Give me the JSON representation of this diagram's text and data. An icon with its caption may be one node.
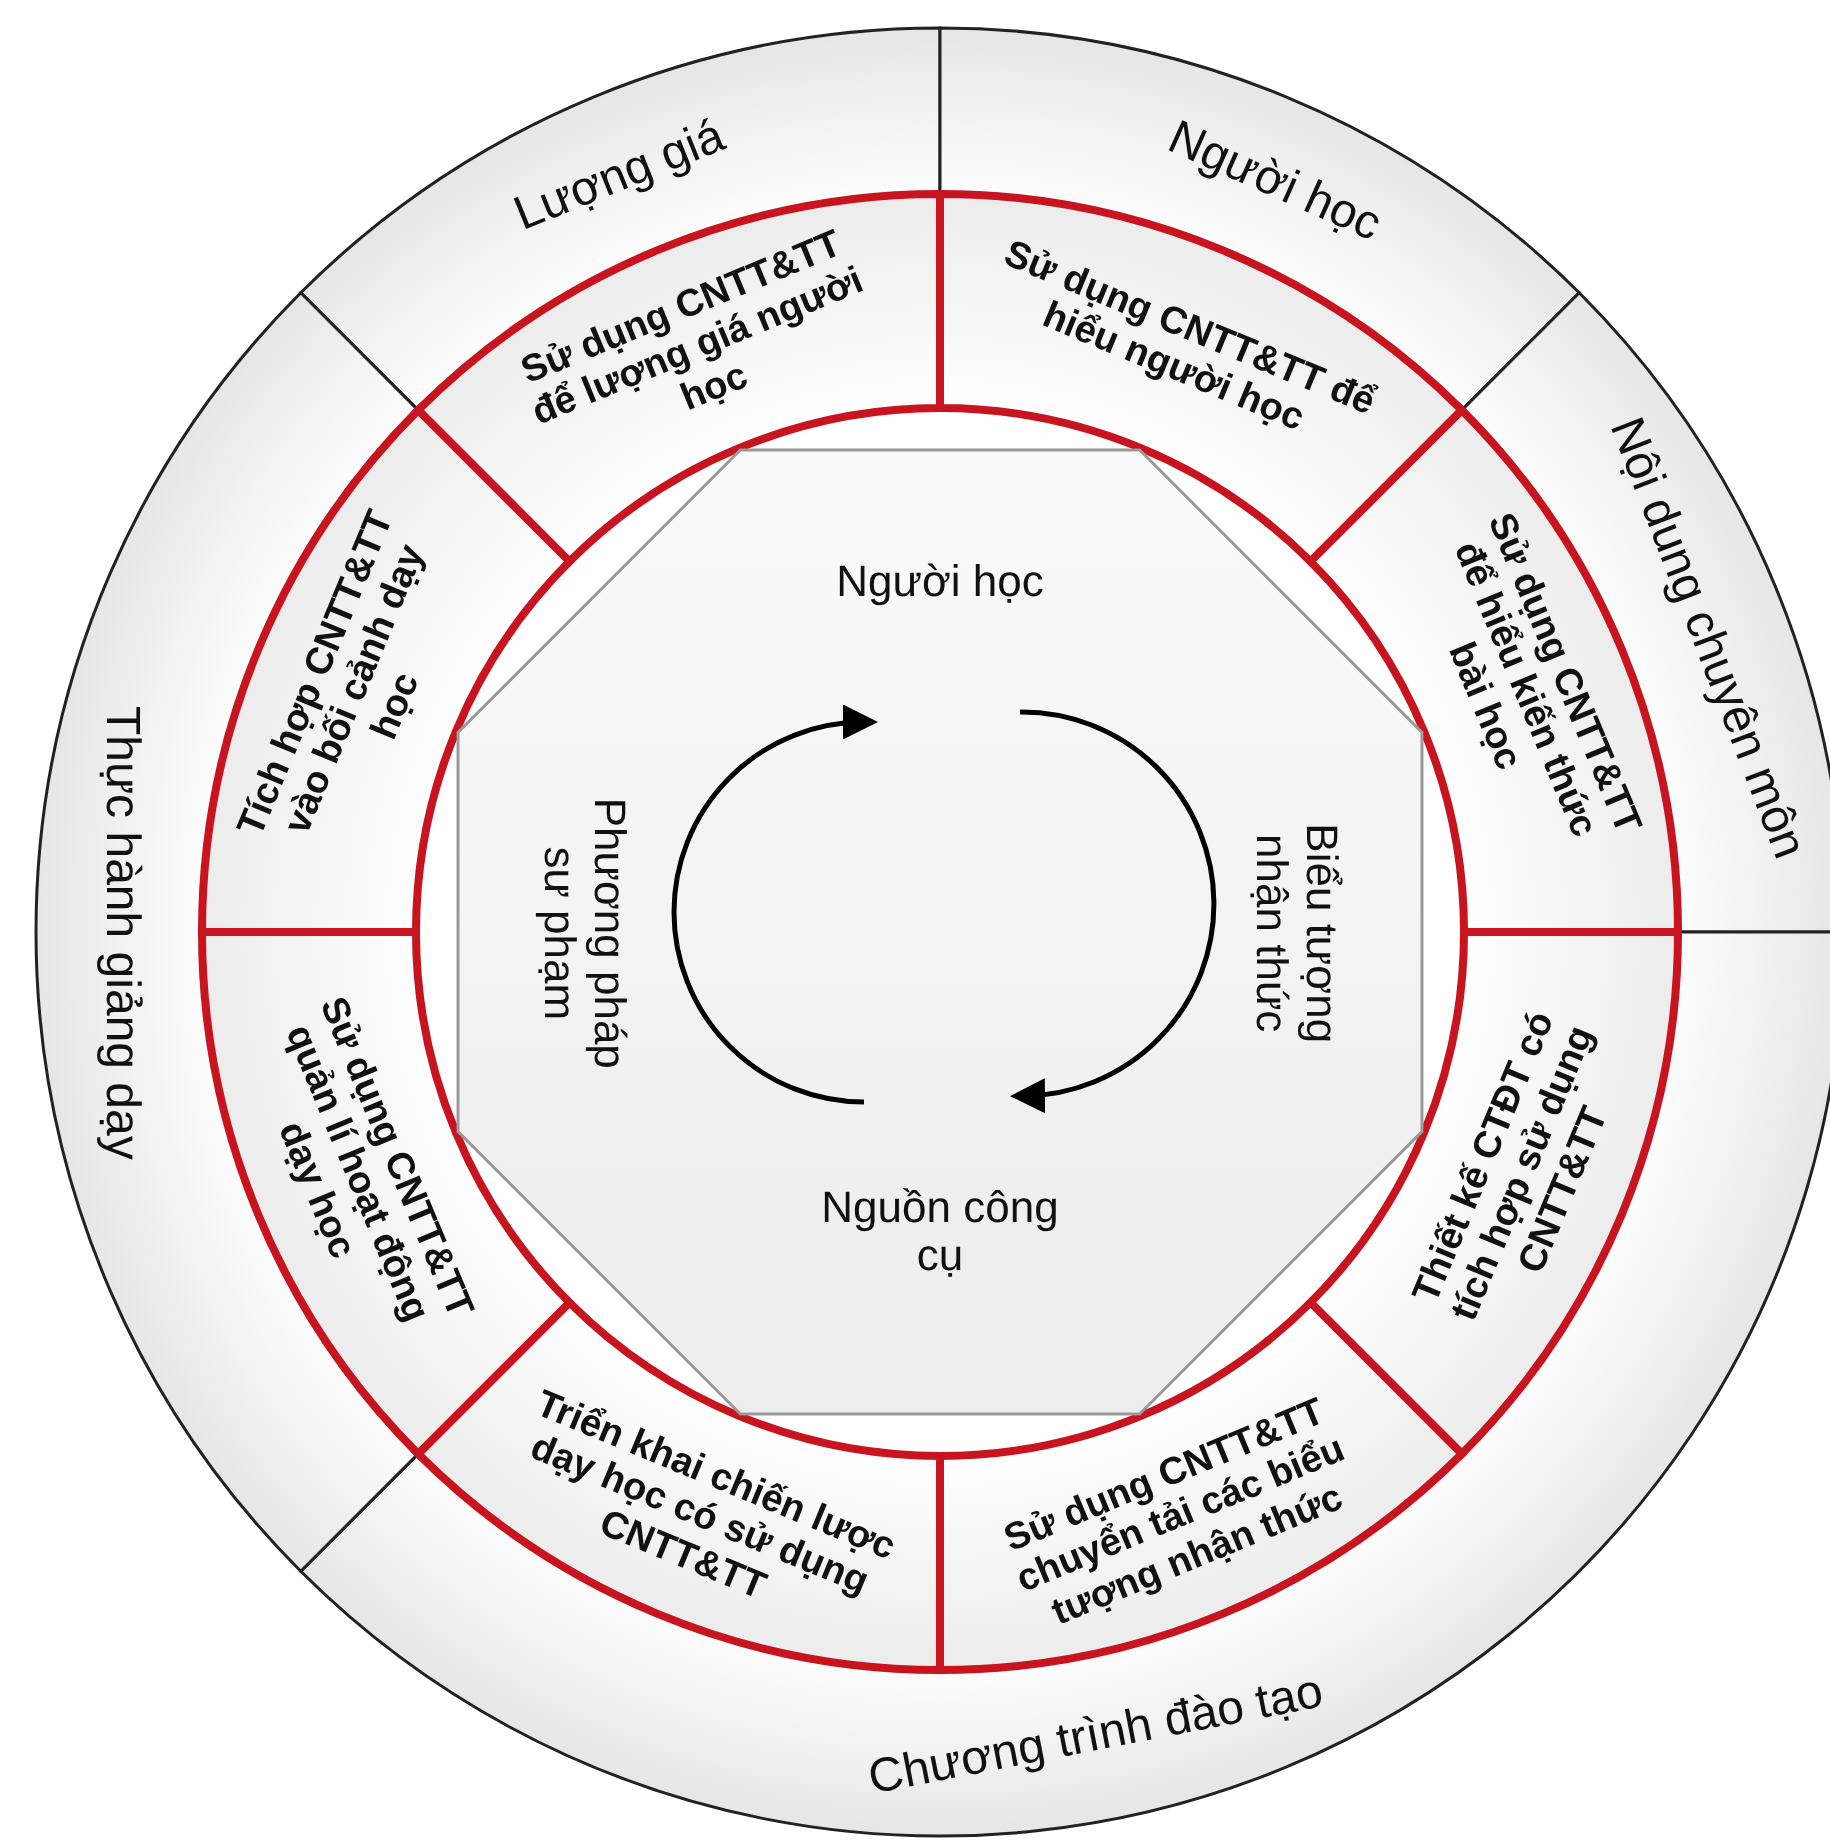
{
  "diagram": {
    "nodes": [
      {
        "text": [
          "Lượng giá"
        ]
      },
      {
        "text": [
          "Người học"
        ]
      },
      {
        "text": [
          "Nội dung chuyên môn"
        ]
      },
      {
        "text": [
          "Chương trình đào tạo"
        ]
      },
      {
        "text": [
          "Thực hành giảng dạy"
        ]
      },
      {
        "text": [
          "Sử dụng CNTT&TT để lượng giá người học"
        ]
      },
      {
        "text": [
          "Sử dụng CNTT&TT để hiểu người học"
        ]
      },
      {
        "text": [
          "Sử dụng CNTT&TT để hiểu kiến thức bài học"
        ]
      },
      {
        "text": [
          "Thiết kế CTĐT có tích hợp sử dụng CNTT&TT"
        ]
      },
      {
        "text": [
          "Sử dụng CNTT&TT chuyển tải các biểu tượng nhận thức"
        ]
      },
      {
        "text": [
          "Triển khai chiến lược dạy học có sử dụng CNTT&TT"
        ]
      },
      {
        "text": [
          "Sử dụng CNTT&TT quản lí hoạt động dạy học"
        ]
      },
      {
        "text": [
          "Tích hợp CNTT&TT vào bối cảnh dạy học"
        ]
      },
      {
        "text": [
          "Người học",
          "Biểu tượng nhận thức",
          "Nguồn công cụ",
          "Phương pháp sư phạm"
        ]
      }
    ]
  }
}
